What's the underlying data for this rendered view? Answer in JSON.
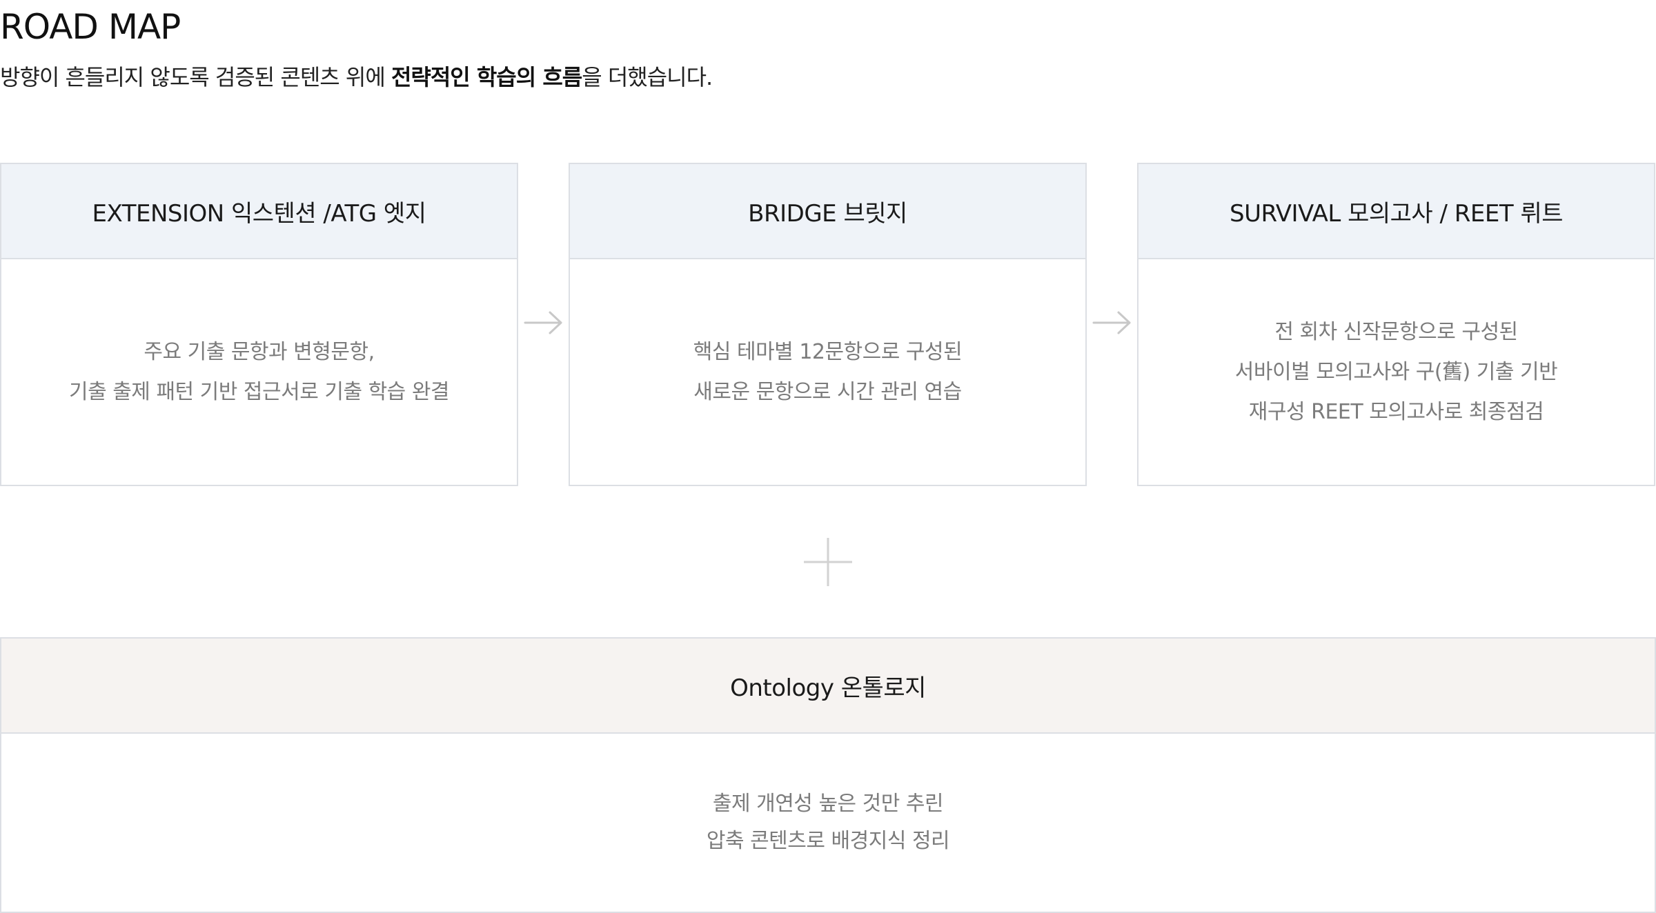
{
  "header": {
    "title": "ROAD MAP",
    "subtitle_prefix": "방향이 흔들리지 않도록 검증된 콘텐츠 위에 ",
    "subtitle_bold": "전략적인 학습의 흐름",
    "subtitle_suffix": "을 더했습니다."
  },
  "steps": [
    {
      "title": "EXTENSION 익스텐션 /ATG 엣지",
      "lines": [
        "주요 기출 문항과 변형문항,",
        "기출 출제 패턴 기반 접근서로 기출 학습 완결"
      ]
    },
    {
      "title": "BRIDGE 브릿지",
      "lines": [
        "핵심 테마별 12문항으로 구성된",
        "새로운 문항으로 시간 관리 연습"
      ]
    },
    {
      "title": "SURVIVAL 모의고사 / REET 뤼트",
      "lines": [
        "전 회차 신작문항으로 구성된",
        "서바이벌 모의고사와 구(舊) 기출 기반",
        "재구성 REET 모의고사로 최종점검"
      ]
    }
  ],
  "extra": {
    "title": "Ontology 온톨로지",
    "lines": [
      "출제 개연성 높은 것만 추린",
      "압축 콘텐츠로 배경지식 정리"
    ]
  },
  "icons": {
    "arrow": "arrow-right-icon",
    "plus": "plus-icon"
  },
  "colors": {
    "card_head_bg": "#eff3f8",
    "extra_head_bg": "#f6f3f1",
    "border": "#dcdfe4",
    "body_text": "#7b7b7b",
    "icon": "#c8c8c8"
  }
}
